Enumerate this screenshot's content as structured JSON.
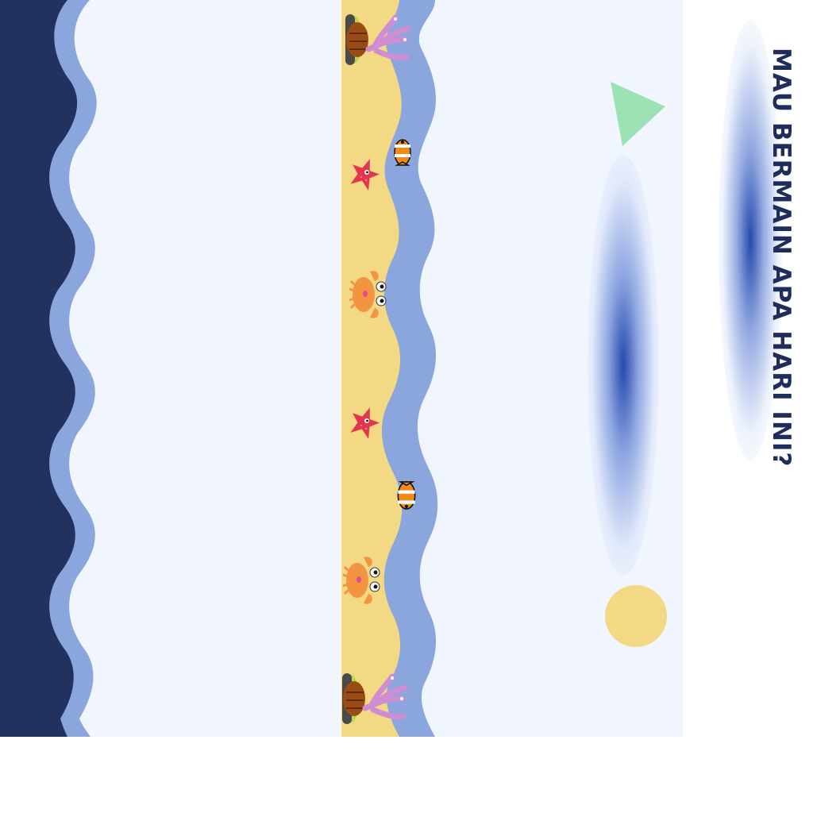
{
  "title": "MAU BERMAIN APA HARI INI?",
  "colors": {
    "ocean_dark": "#23315f",
    "wave": "#8ba6dd",
    "sand": "#f3d983",
    "background": "#f1f5fe",
    "triangle": "#9de2b5",
    "circle": "#f3d983"
  },
  "decorations": {
    "left_strip": [
      "dark-ocean",
      "wave"
    ],
    "beach_strip": [
      "coral-reef-icon",
      "clownfish-icon",
      "starfish-icon",
      "crab-icon",
      "starfish-icon",
      "clownfish-icon",
      "crab-icon",
      "coral-reef-icon"
    ],
    "shapes": [
      "green-triangle",
      "yellow-circle"
    ]
  }
}
